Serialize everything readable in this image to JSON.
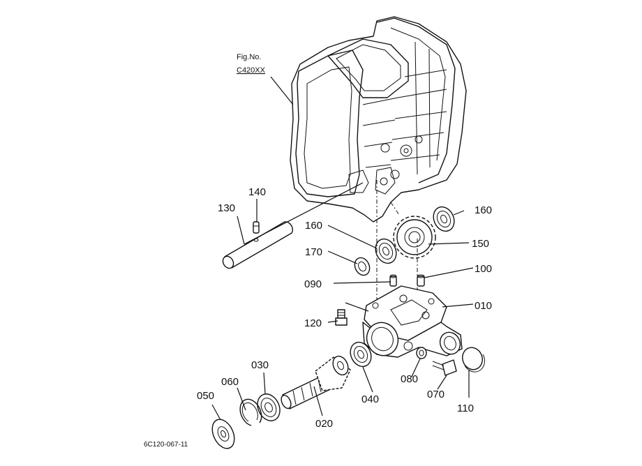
{
  "figure_ref": {
    "label": "Fig.No.",
    "code": "C420XX"
  },
  "drawing_code": "6C120-067-11",
  "parts": [
    {
      "id": "p010",
      "label": "010"
    },
    {
      "id": "p020",
      "label": "020"
    },
    {
      "id": "p030",
      "label": "030"
    },
    {
      "id": "p040",
      "label": "040"
    },
    {
      "id": "p050",
      "label": "050"
    },
    {
      "id": "p060",
      "label": "060"
    },
    {
      "id": "p070",
      "label": "070"
    },
    {
      "id": "p080",
      "label": "080"
    },
    {
      "id": "p090",
      "label": "090"
    },
    {
      "id": "p100",
      "label": "100"
    },
    {
      "id": "p110",
      "label": "110"
    },
    {
      "id": "p120",
      "label": "120"
    },
    {
      "id": "p130",
      "label": "130"
    },
    {
      "id": "p140",
      "label": "140"
    },
    {
      "id": "p150",
      "label": "150"
    },
    {
      "id": "p160a",
      "label": "160"
    },
    {
      "id": "p160b",
      "label": "160"
    },
    {
      "id": "p170",
      "label": "170"
    }
  ]
}
